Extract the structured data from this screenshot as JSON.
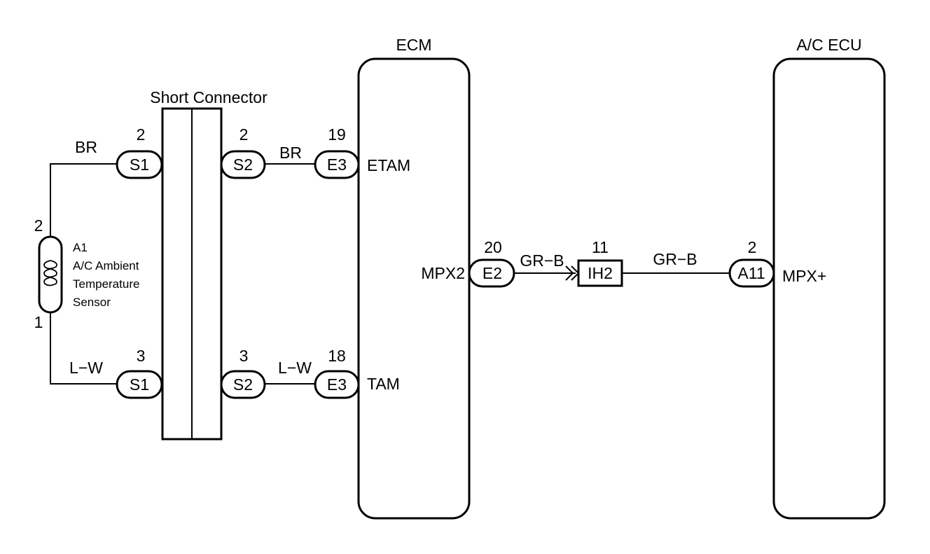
{
  "ecu": {
    "ecm": "ECM",
    "ac_ecu": "A/C ECU"
  },
  "short_connector": {
    "label": "Short Connector"
  },
  "sensor": {
    "id": "A1",
    "name_line1": "A/C Ambient",
    "name_line2": "Temperature",
    "name_line3": "Sensor",
    "pin_top": "2",
    "pin_bottom": "1"
  },
  "connectors": {
    "s1_top": {
      "code": "S1",
      "pin": "2"
    },
    "s2_top": {
      "code": "S2",
      "pin": "2"
    },
    "e3_top": {
      "code": "E3",
      "pin": "19"
    },
    "s1_bottom": {
      "code": "S1",
      "pin": "3"
    },
    "s2_bottom": {
      "code": "S2",
      "pin": "3"
    },
    "e3_bottom": {
      "code": "E3",
      "pin": "18"
    },
    "e2": {
      "code": "E2",
      "pin": "20"
    },
    "ih2": {
      "code": "IH2",
      "pin": "11"
    },
    "a11": {
      "code": "A11",
      "pin": "2"
    }
  },
  "wires": {
    "br_sensor": "BR",
    "br_ecm": "BR",
    "lw_sensor": "L−W",
    "lw_ecm": "L−W",
    "grb_ecm": "GR−B",
    "grb_acecu": "GR−B"
  },
  "terminals": {
    "etam": "ETAM",
    "tam": "TAM",
    "mpx2": "MPX2",
    "mpx_plus": "MPX+"
  }
}
